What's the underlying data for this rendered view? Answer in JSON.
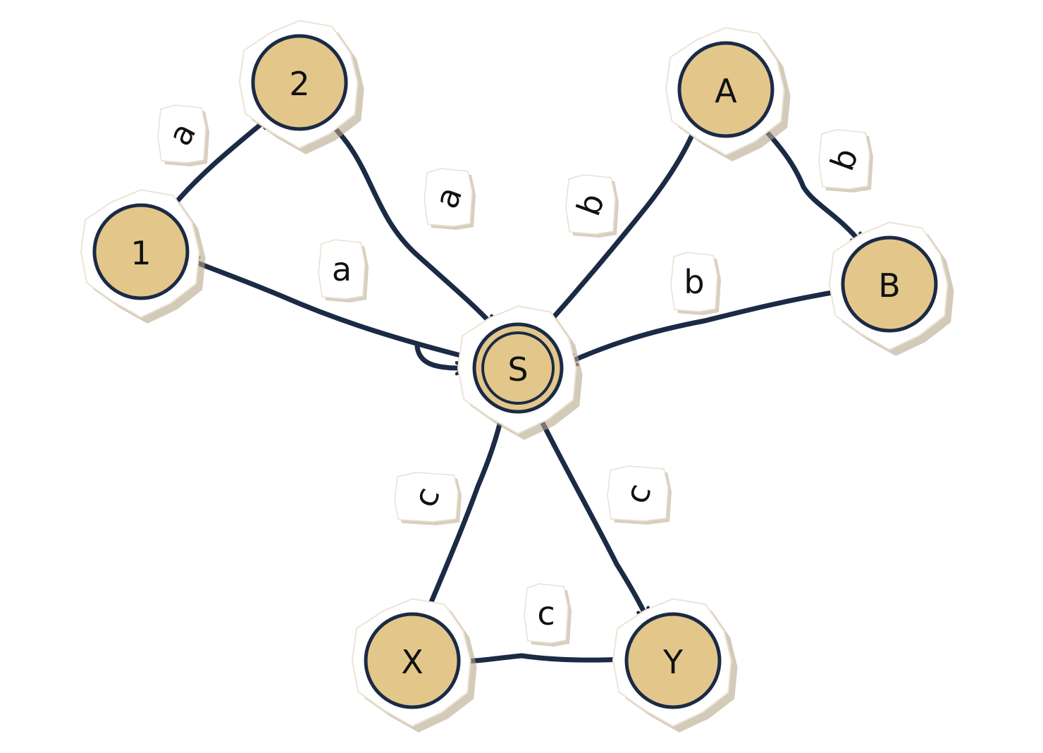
{
  "colors": {
    "node_fill": "#e3c78a",
    "node_stroke": "#1b2a45",
    "edge": "#1b2a45",
    "paper": "#ffffff",
    "paper_shadow": "#b8a78a",
    "text": "#111111"
  },
  "nodes": [
    {
      "id": "S",
      "label": "S",
      "accepting": true
    },
    {
      "id": "1",
      "label": "1",
      "accepting": false
    },
    {
      "id": "2",
      "label": "2",
      "accepting": false
    },
    {
      "id": "A",
      "label": "A",
      "accepting": false
    },
    {
      "id": "B",
      "label": "B",
      "accepting": false
    },
    {
      "id": "X",
      "label": "X",
      "accepting": false
    },
    {
      "id": "Y",
      "label": "Y",
      "accepting": false
    }
  ],
  "edges": [
    {
      "id": "1-2",
      "from": "1",
      "to": "2",
      "label": "a"
    },
    {
      "id": "2-S",
      "from": "2",
      "to": "S",
      "label": "a"
    },
    {
      "id": "S-1",
      "from": "S",
      "to": "1",
      "label": "a"
    },
    {
      "id": "S-A",
      "from": "S",
      "to": "A",
      "label": "b"
    },
    {
      "id": "A-B",
      "from": "A",
      "to": "B",
      "label": "b"
    },
    {
      "id": "B-S",
      "from": "B",
      "to": "S",
      "label": "b"
    },
    {
      "id": "S-Y",
      "from": "S",
      "to": "Y",
      "label": "c"
    },
    {
      "id": "Y-X",
      "from": "Y",
      "to": "X",
      "label": "c"
    },
    {
      "id": "X-S",
      "from": "X",
      "to": "S",
      "label": "c"
    }
  ],
  "initial_state": "S"
}
